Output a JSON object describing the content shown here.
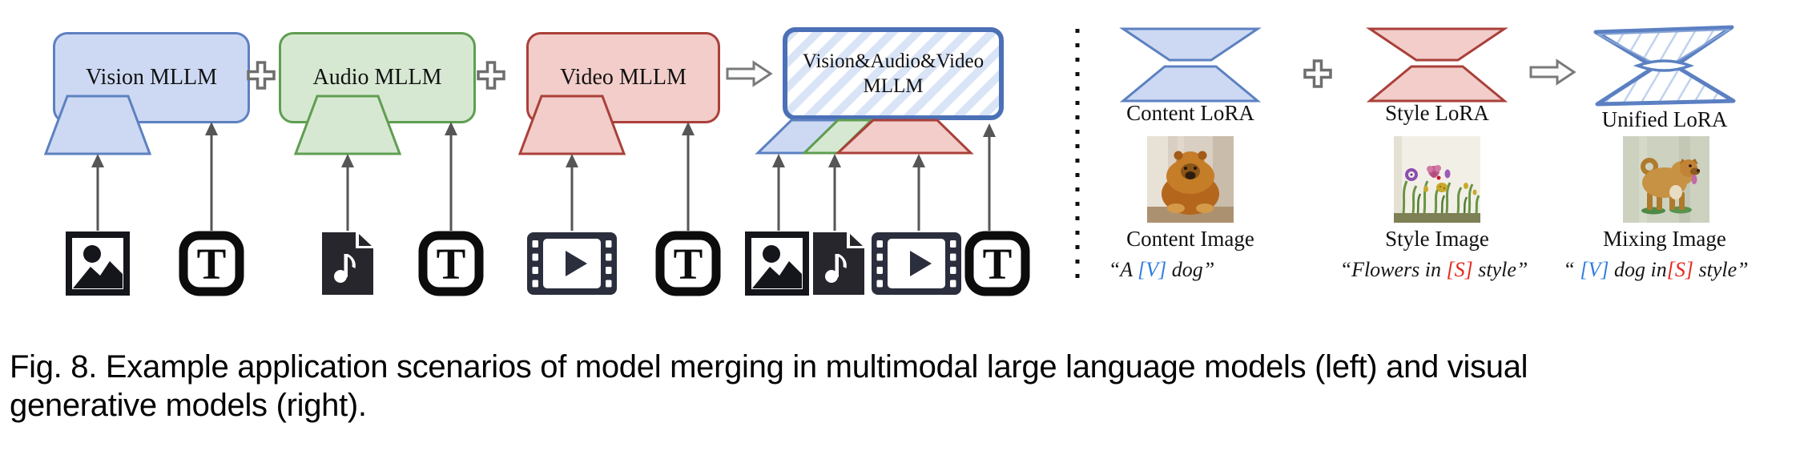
{
  "left": {
    "models": [
      {
        "label": "Vision MLLM"
      },
      {
        "label": "Audio MLLM"
      },
      {
        "label": "Video MLLM"
      },
      {
        "label": "Vision&Audio&Video MLLM"
      }
    ],
    "operators": {
      "plus": "+",
      "merge_arrow": "⇒"
    },
    "input_icons": [
      "image",
      "text",
      "audio",
      "text",
      "video",
      "text",
      "image",
      "audio",
      "video",
      "text"
    ]
  },
  "right": {
    "loras": [
      {
        "label": "Content LoRA"
      },
      {
        "label": "Style LoRA"
      },
      {
        "label": "Unified LoRA"
      }
    ],
    "images": [
      {
        "label": "Content Image"
      },
      {
        "label": "Style Image"
      },
      {
        "label": "Mixing Image"
      }
    ],
    "quotes": [
      {
        "pre": "“A ",
        "v": "[V]",
        "post": " dog”"
      },
      {
        "pre": "“Flowers in ",
        "s": "[S]",
        "post": "  style”"
      },
      {
        "pre": "“ ",
        "v": "[V]",
        "mid": " dog in",
        "s": "[S]",
        "post": " style”"
      }
    ]
  },
  "caption": {
    "line1": "Fig. 8.  Example application scenarios of model merging in multimodal large language models (left) and visual",
    "line2": "generative models (right)."
  },
  "glyphs": {
    "text_icon_letter": "T"
  },
  "colors": {
    "vision_blue_fill": "#cdd9f3",
    "vision_blue_stroke": "#5d81c1",
    "audio_green_fill": "#d7e8d2",
    "audio_green_stroke": "#5f9e51",
    "video_red_fill": "#f2cdc9",
    "video_red_stroke": "#aa403a",
    "merged_border": "#4b70b6",
    "merged_stripe": "#d9e4f7",
    "arrow_gray": "#565656",
    "v_token_blue": "#2d7ce0",
    "s_token_red": "#e7261b"
  }
}
